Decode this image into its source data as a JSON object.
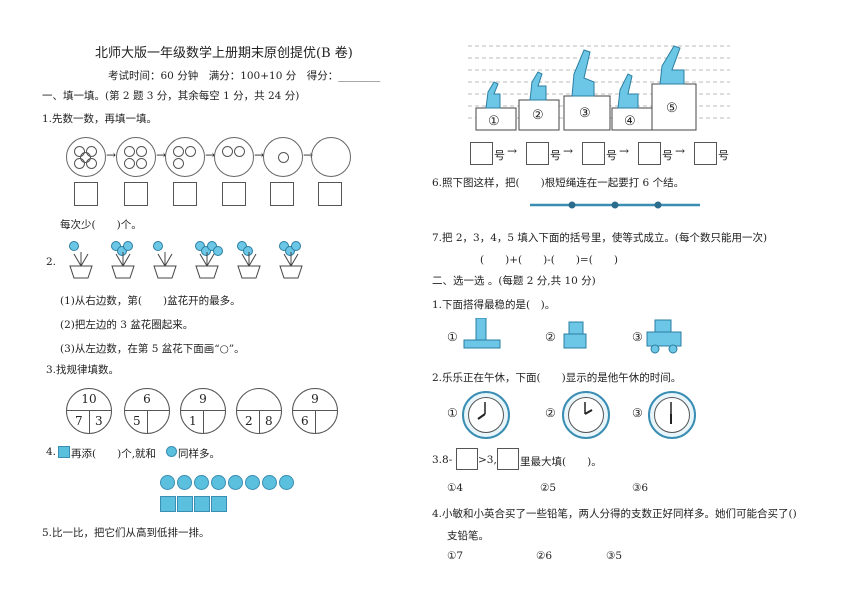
{
  "header": {
    "title": "北师大版一年级数学上册期末原创提优(B 卷)",
    "meta": "考试时间：60 分钟　满分：100+10 分　得分：________"
  },
  "section1": {
    "heading": "一、填一填。(第 2 题 3 分，其余每空 1 分，共 24 分)",
    "q1": "1.先数一数，再填一填。",
    "q1_apples": [
      5,
      4,
      3,
      2,
      1,
      0
    ],
    "q1_tail": "每次少(　　)个。",
    "q2_num": "2.",
    "q2_a": "(1)从右边数，第(　　)盆花开的最多。",
    "q2_b": "(2)把左边的 3 盆花圈起来。",
    "q2_c": "(3)从左边数，在第 5 盆花下面画“○”。",
    "q3": "3.找规律填数。",
    "q3_circles": [
      {
        "top": "10",
        "left": "7",
        "right": "3"
      },
      {
        "top": "6",
        "left": "5",
        "right": ""
      },
      {
        "top": "9",
        "left": "1",
        "right": ""
      },
      {
        "top": "",
        "left": "2",
        "right": "8"
      },
      {
        "top": "9",
        "left": "6",
        "right": ""
      }
    ],
    "q4_a": "4.",
    "q4_b": "再添(　　)个,就和",
    "q4_c": "同样多。",
    "q5": "5.比一比，把它们从高到低排一排。",
    "q5_labels": [
      "①",
      "②",
      "③",
      "④",
      "⑤"
    ],
    "q5_hao": "号",
    "q6": "6.照下图这样，把(　　)根短绳连在一起要打 6 个结。",
    "q7": "7.把 2，3，4，5 填入下面的括号里，使等式成立。(每个数只能用一次)",
    "q7_eq": "(　　)+(　　)-(　　)=(　　)"
  },
  "section2": {
    "heading": "二、选一选 。(每题 2 分,共 10 分)",
    "q1": "1.下面搭得最稳的是(　)。",
    "q1_opts": [
      "①",
      "②",
      "③"
    ],
    "q2": "2.乐乐正在午休，下面(　　)显示的是他午休的时间。",
    "q2_opts": [
      "①",
      "②",
      "③"
    ],
    "q3_a": "3.8-",
    "q3_b": ">3,",
    "q3_c": "里最大填(　　)。",
    "q3_opts": [
      "①4",
      "②5",
      "③6"
    ],
    "q4": "4.小敏和小英合买了一些铅笔，两人分得的支数正好同样多。她们可能合买了()",
    "q4_b": "支铅笔。",
    "q4_opts": [
      "①7",
      "②6",
      "③5"
    ]
  }
}
